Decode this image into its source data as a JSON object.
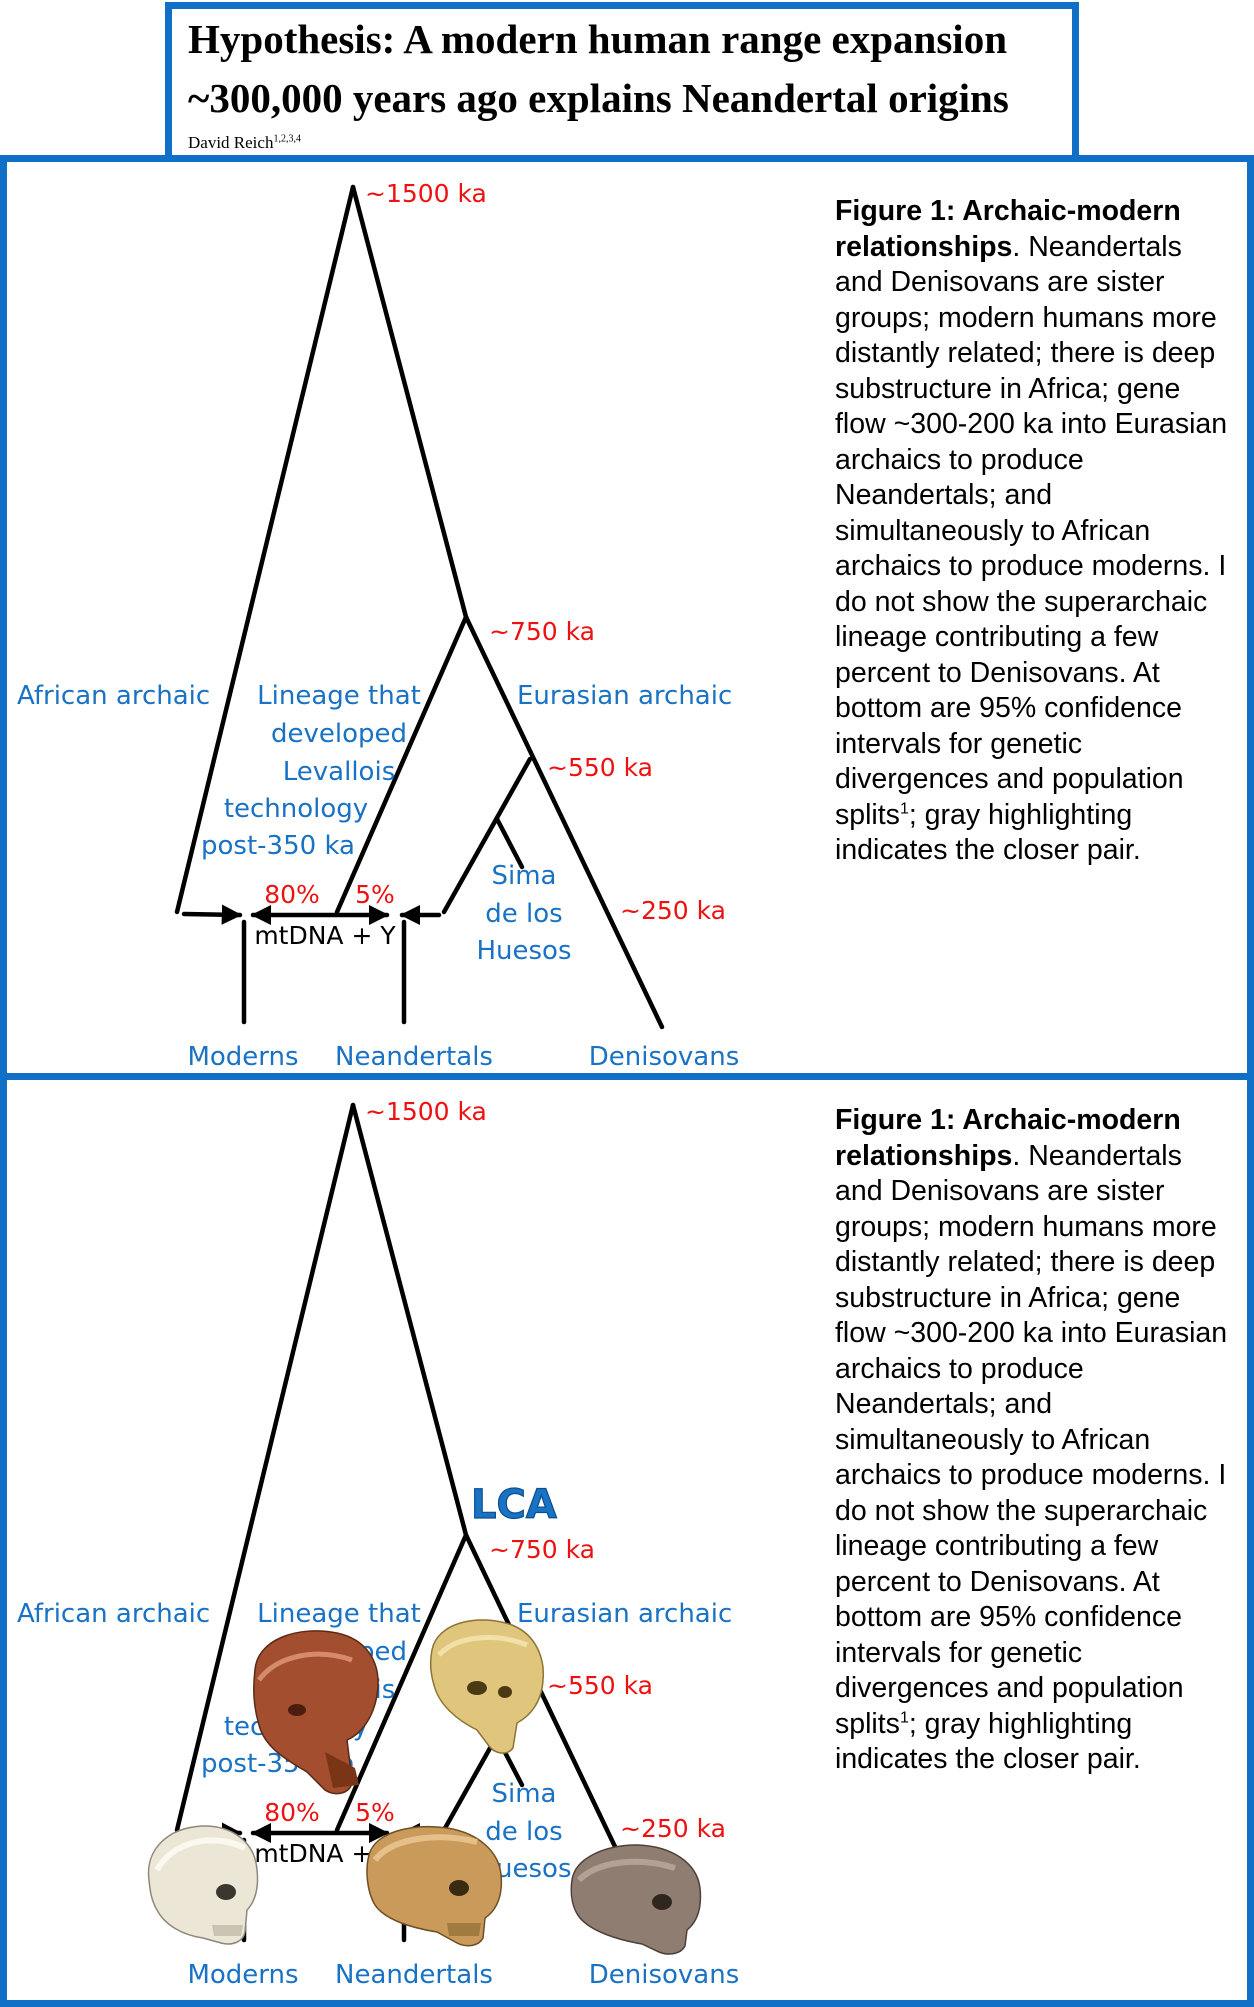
{
  "header": {
    "title_line1": "Hypothesis: A modern human range expansion",
    "title_line2": "~300,000 years ago explains Neandertal origins",
    "author": "David Reich",
    "author_affil": "1,2,3,4"
  },
  "diagram": {
    "age_root": "~1500 ka",
    "age_750": "~750 ka",
    "age_550": "~550 ka",
    "age_250": "~250 ka",
    "african_archaic": "African archaic",
    "lineage_line1": "Lineage that",
    "lineage_line2": "developed",
    "lineage_line3": "Levallois",
    "lineage_line4": "technology",
    "lineage_line5": "post-350 ka",
    "eurasian_archaic": "Eurasian archaic",
    "sima_line1": "Sima",
    "sima_line2": "de los",
    "sima_line3": "Huesos",
    "pct_80": "80%",
    "pct_5": "5%",
    "mtdna": "mtDNA + Y",
    "moderns": "Moderns",
    "neandertals": "Neandertals",
    "denisovans": "Denisovans",
    "lca": "LCA"
  },
  "caption": {
    "title": "Figure 1: Archaic-modern relationships",
    "body": "Neandertals and Denisovans are sister groups; modern humans more distantly related; there is deep substructure in Africa; gene flow ~300-200 ka into Eurasian archaics to produce Neandertals; and simultaneously to African archaics to produce moderns. I do not show the superarchaic lineage contributing a few percent to Denisovans. At bottom are 95% confidence intervals for genetic divergences and population splits",
    "sup": "1",
    "tail": "; gray highlighting indicates the closer pair."
  },
  "colors": {
    "frame": "#1070c8",
    "label_blue": "#1a72c4",
    "age_red": "#ee1111"
  },
  "skull_icons": [
    "skull-moderns-icon",
    "skull-neandertal-icon",
    "skull-denisovan-icon",
    "skull-sima-icon",
    "skull-levallois-icon"
  ]
}
